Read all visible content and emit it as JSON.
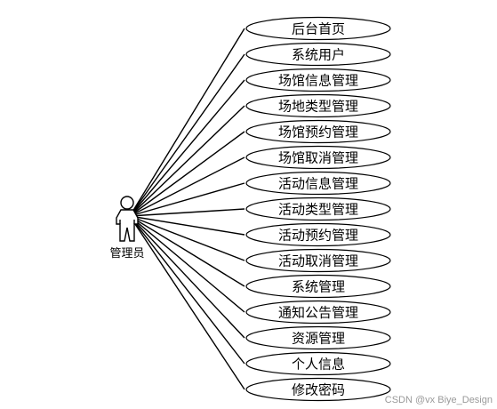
{
  "actor": {
    "label": "管理员"
  },
  "use_cases": [
    "后台首页",
    "系统用户",
    "场馆信息管理",
    "场地类型管理",
    "场馆预约管理",
    "场馆取消管理",
    "活动信息管理",
    "活动类型管理",
    "活动预约管理",
    "活动取消管理",
    "系统管理",
    "通知公告管理",
    "资源管理",
    "个人信息",
    "修改密码"
  ],
  "watermark": "CSDN @vx Biye_Design",
  "colors": {
    "stroke": "#000000",
    "ellipse_fill": "#ffffff",
    "watermark": "#9a9a9a"
  }
}
